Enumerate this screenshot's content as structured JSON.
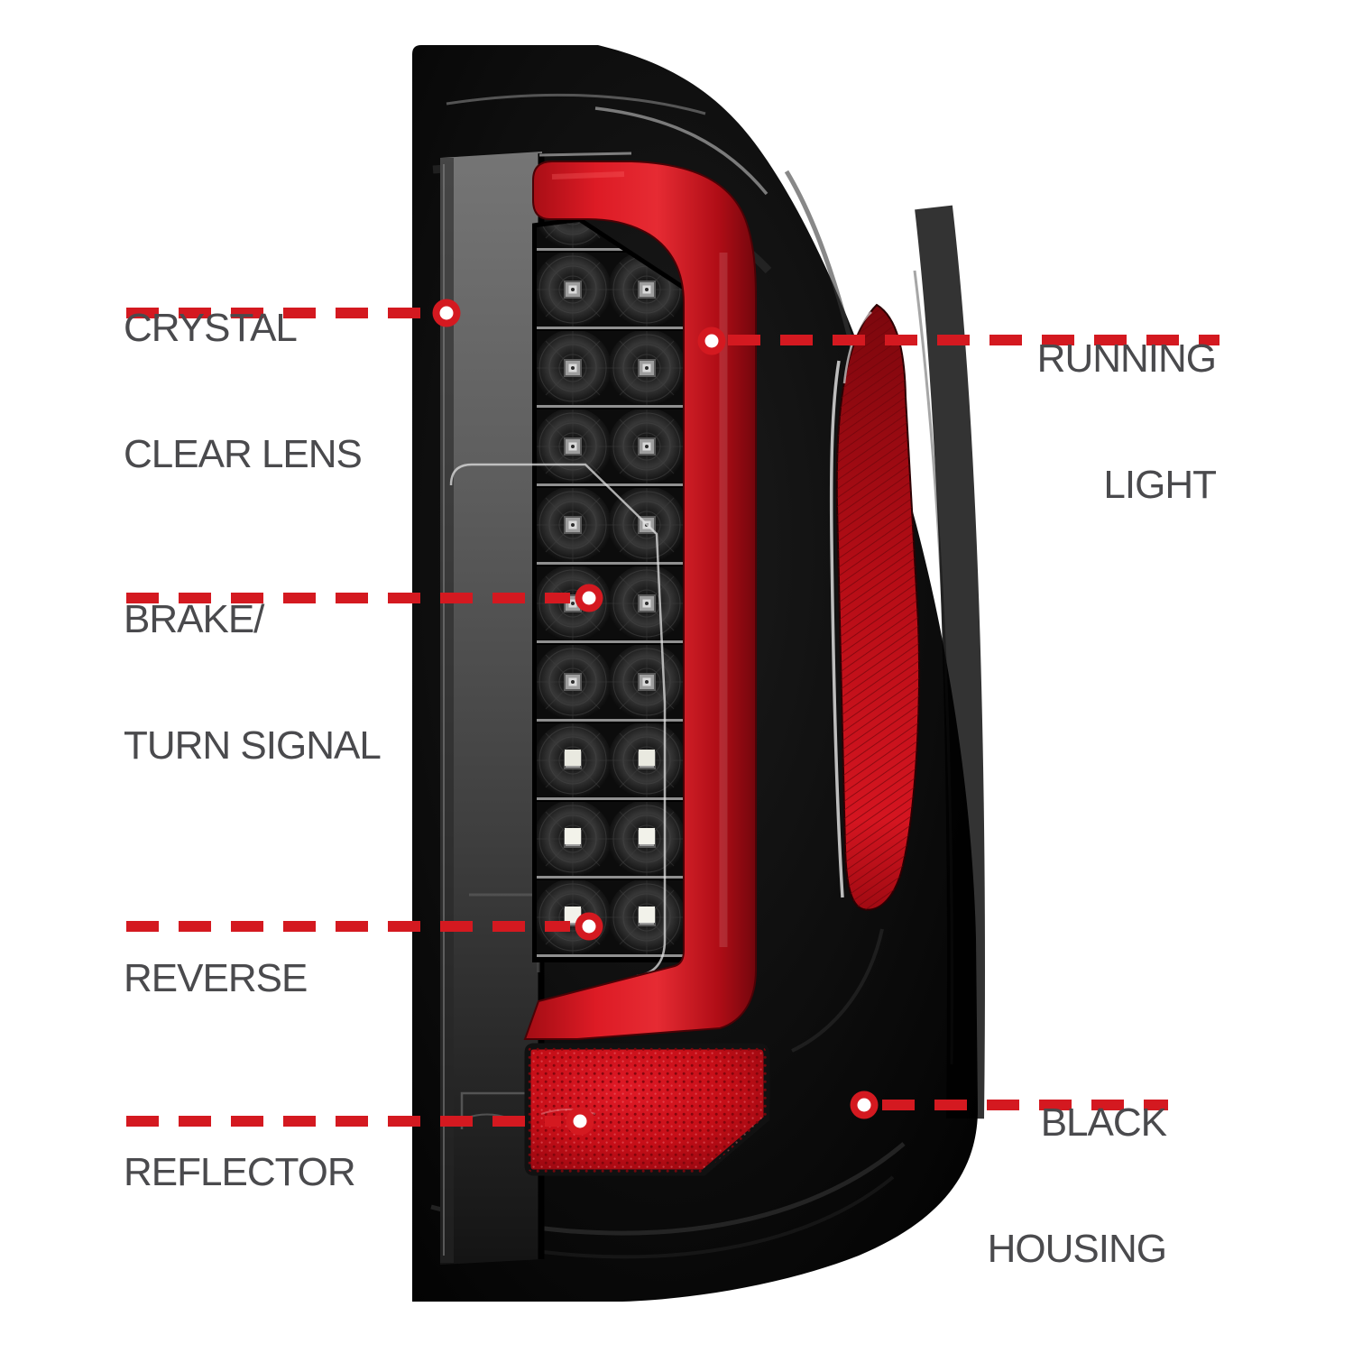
{
  "diagram": {
    "subject": "tail light callout diagram",
    "callouts": [
      {
        "id": "crystal-clear-lens",
        "lines": [
          "CRYSTAL",
          "CLEAR LENS"
        ]
      },
      {
        "id": "running-light",
        "lines": [
          "RUNNING",
          "LIGHT"
        ]
      },
      {
        "id": "brake-turn-signal",
        "lines": [
          "BRAKE/",
          "TURN SIGNAL"
        ]
      },
      {
        "id": "reverse",
        "lines": [
          "REVERSE"
        ]
      },
      {
        "id": "reflector",
        "lines": [
          "REFLECTOR"
        ]
      },
      {
        "id": "black-housing",
        "lines": [
          "BLACK",
          "HOUSING"
        ]
      }
    ],
    "colors": {
      "background": "#ffffff",
      "label_text": "#4a4a4d",
      "leader_red": "#d41920",
      "light_bar_red": "#d5121d",
      "reflector_red": "#c50e17",
      "housing_black": "#0a0a0a",
      "lens_gray": "#5a5a5a"
    }
  }
}
